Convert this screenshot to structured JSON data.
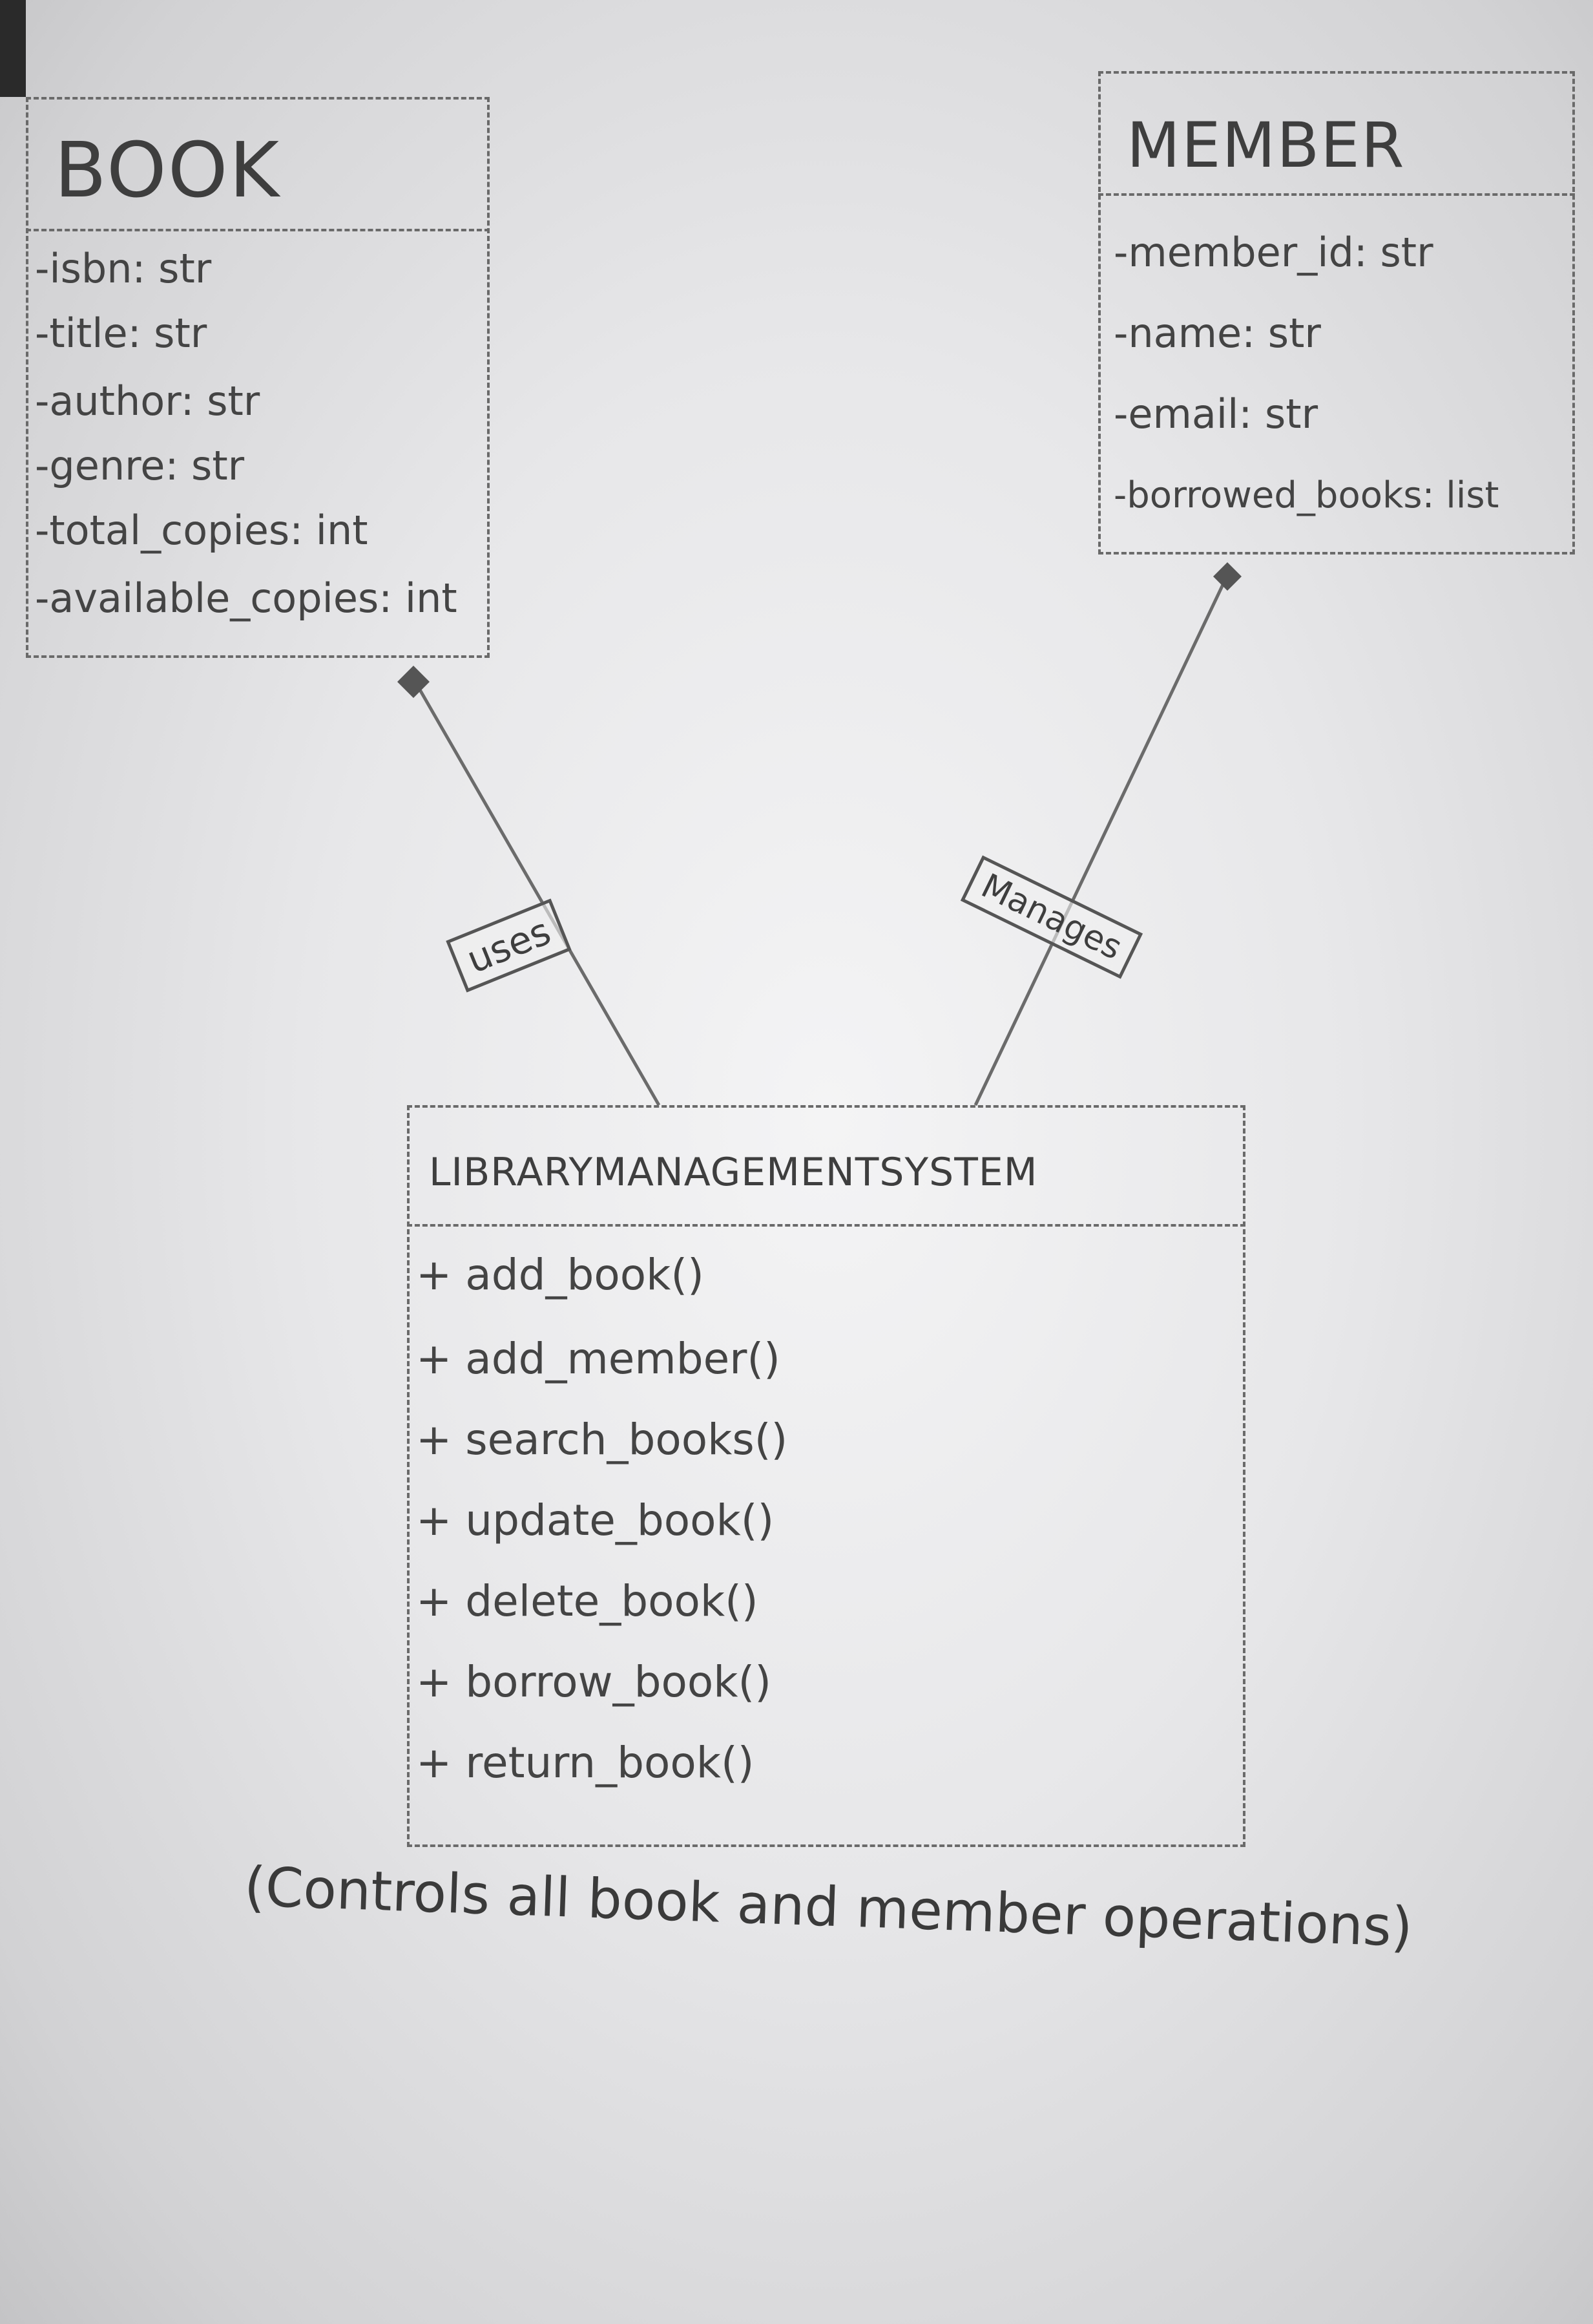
{
  "book": {
    "title": "BOOK",
    "attributes": [
      "-isbn: str",
      "-title: str",
      "-author: str",
      "-genre: str",
      "-total_copies: int",
      "-available_copies: int"
    ]
  },
  "member": {
    "title": "MEMBER",
    "attributes": [
      "-member_id: str",
      "-name: str",
      "-email: str",
      "-borrowed_books: list"
    ]
  },
  "system": {
    "title": "LIBRARYMANAGEMENTSYSTEM",
    "methods": [
      "+ add_book()",
      "+ add_member()",
      "+ search_books()",
      "+ update_book()",
      "+ delete_book()",
      "+ borrow_book()",
      "+ return_book()"
    ]
  },
  "relations": {
    "uses": "uses",
    "manages": "Manages"
  },
  "note": "(Controls all book and member operations)"
}
